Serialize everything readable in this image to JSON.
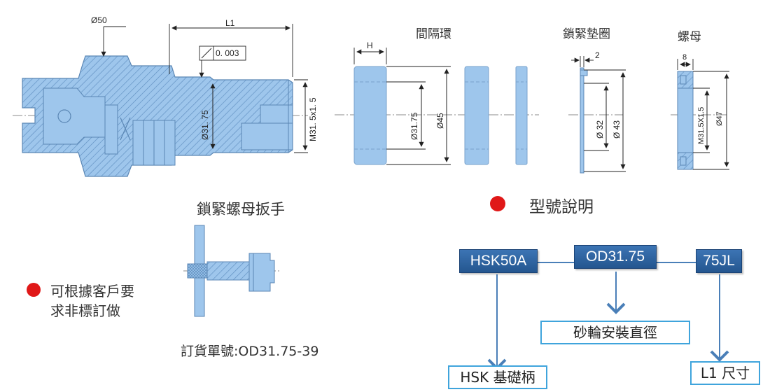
{
  "dims": {
    "d50": "Ø50",
    "l1": "L1",
    "tolerance": "0. 003",
    "d3175_main": "Ø31. 75",
    "thread_main": "M31. 5x1. 5",
    "h": "H",
    "d3175_ring": "Ø31.75",
    "d45": "Ø45",
    "two": "2",
    "d32": "Ø 32",
    "d43": "Ø 43",
    "eight": "8",
    "thread_nut": "M31.5X1.5",
    "d47": "Ø47"
  },
  "labels": {
    "spacer": "間隔環",
    "lock_washer": "鎖緊墊圈",
    "nut": "螺母",
    "wrench": "鎖緊螺母扳手",
    "custom_line1": "可根據客戶要",
    "custom_line2": "求非標訂做",
    "order_no": "訂貨單號:OD31.75-39",
    "model_desc": "型號說明"
  },
  "model": {
    "code1": "HSK50A",
    "code2": "OD31.75",
    "code3": "75JL",
    "desc1": "HSK 基礎柄",
    "desc2": "砂輪安裝直徑",
    "desc3": "L1 尺寸"
  },
  "colors": {
    "part_fill": "#9ec6ec",
    "part_stroke": "#5a86b4",
    "navy": "#2a5d96",
    "box_border": "#3fa4dc",
    "arrow": "#4a7fb8",
    "bullet": "#e01818"
  }
}
